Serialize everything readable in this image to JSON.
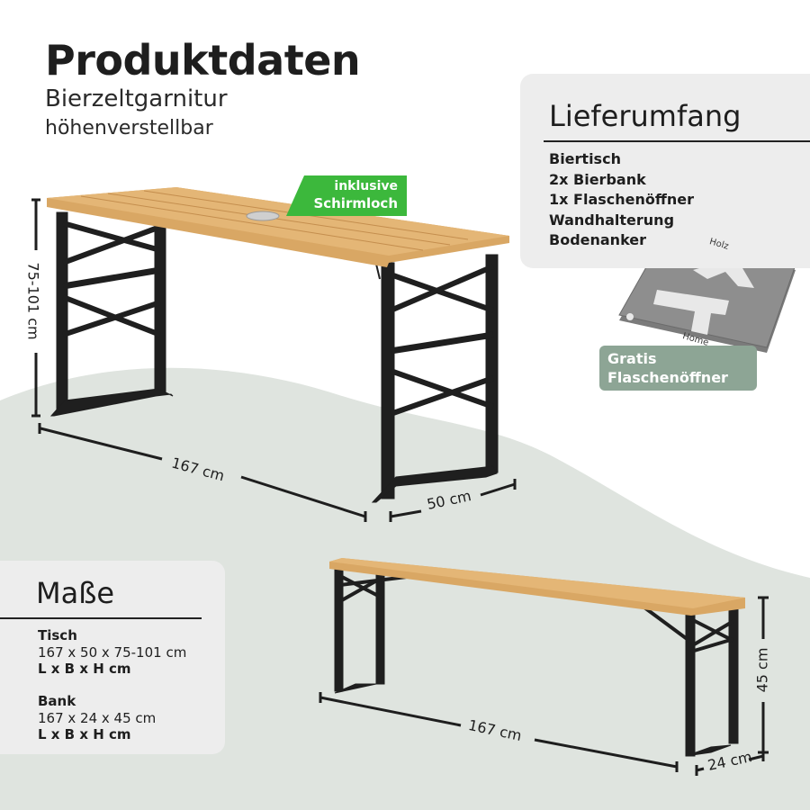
{
  "header": {
    "title": "Produktdaten",
    "subtitle": "Bierzeltgarnitur",
    "subtitle2": "höhenverstellbar"
  },
  "scope": {
    "heading": "Lieferumfang",
    "items": [
      "Biertisch",
      "2x Bierbank",
      "1x Flaschenöffner",
      "Wandhalterung",
      "Bodenanker"
    ]
  },
  "badges": {
    "schirm_line1": "inklusive",
    "schirm_line2": "Schirmloch",
    "opener_line1": "Gratis",
    "opener_line2": "Flaschenöffner"
  },
  "opener_engraving": {
    "top": "Holz",
    "bottom": "Home"
  },
  "dimensions": {
    "table_height": "75-101 cm",
    "table_length": "167 cm",
    "table_depth": "50 cm",
    "bench_length": "167 cm",
    "bench_height": "45 cm",
    "bench_depth": "24 cm"
  },
  "masse": {
    "heading": "Maße",
    "table_label": "Tisch",
    "table_values": "167 x 50 x 75-101 cm",
    "table_units": "L x B x H cm",
    "bench_label": "Bank",
    "bench_values": "167 x 24 x 45 cm",
    "bench_units": "L x B x H cm"
  },
  "colors": {
    "background_wave": "#dfe4df",
    "panel": "#ededed",
    "wood": "#d9a764",
    "frame": "#1f1f1f",
    "green_badge": "#3cb83c",
    "gray_badge": "#8da595"
  }
}
